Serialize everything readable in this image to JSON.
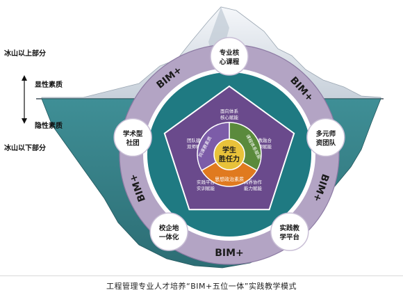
{
  "labels": {
    "above": "冰山以上部分",
    "explicit": "显性素质",
    "implicit": "隐性素质",
    "below": "冰山以下部分"
  },
  "center": {
    "line1": "学生",
    "line2": "胜任力"
  },
  "center_segments": {
    "left": "岗课赛素质",
    "right": "课程体系赋能",
    "bottom": "思想政治素质"
  },
  "pentagon_labels": {
    "top": [
      "面向体系",
      "核心赋能"
    ],
    "right": [
      "产教融合",
      "资源赋能"
    ],
    "bottom_right": [
      "跨界协作",
      "能力赋能"
    ],
    "bottom_left": [
      "实践平台",
      "实训赋能"
    ],
    "left": [
      "团队建设",
      "双师赋能"
    ]
  },
  "nodes": [
    {
      "id": "top",
      "line1": "专业核",
      "line2": "心课程"
    },
    {
      "id": "right",
      "line1": "多元师",
      "line2": "资团队"
    },
    {
      "id": "bottom_right",
      "line1": "实践教",
      "line2": "学平台"
    },
    {
      "id": "bottom_left",
      "line1": "校企地",
      "line2": "一体化"
    },
    {
      "id": "left",
      "line1": "学术型",
      "line2": "社团"
    }
  ],
  "ring_text": {
    "label": "BIM+"
  },
  "caption": "工程管理专业人才培养“BIM+五位一体”实践教学模式",
  "colors": {
    "outer_ring": "#b3a4c4",
    "mid_ring": "#1f7a82",
    "pentagon": "#6a4a8c",
    "center_gold": "#e8c23a",
    "seg_orange": "#e07a1f",
    "seg_green": "#5a8a3c",
    "seg_purple": "#7c5ca8",
    "water": "#4a9aa0",
    "ice": "#e9eef3"
  }
}
